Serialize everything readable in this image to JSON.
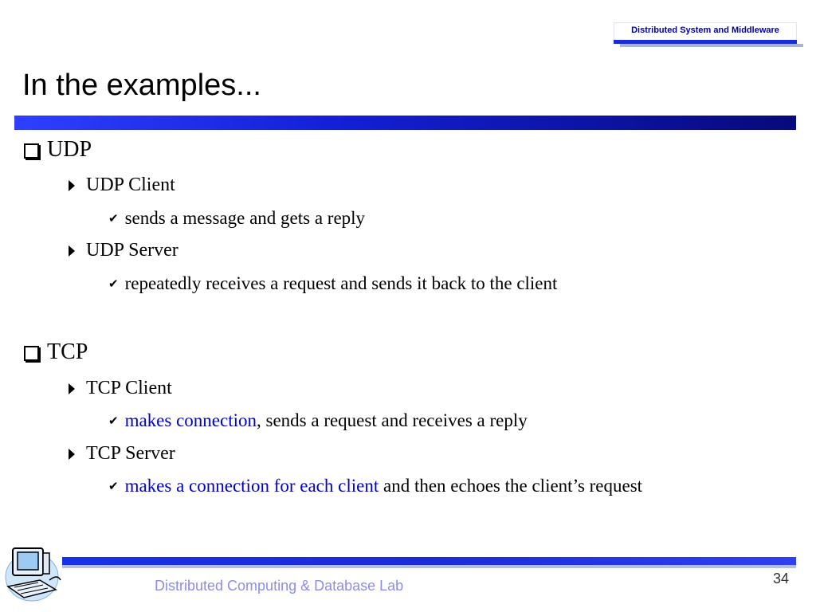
{
  "header": {
    "badge_text": "Distributed System and Middleware"
  },
  "slide": {
    "title": "In the examples..."
  },
  "sections": [
    {
      "label": "UDP",
      "items": [
        {
          "label": "UDP Client",
          "detail": [
            {
              "text": "sends a message and gets a reply",
              "highlight": false
            }
          ]
        },
        {
          "label": "UDP Server",
          "detail": [
            {
              "text": "repeatedly receives a request and sends it back to the client",
              "highlight": false
            }
          ]
        }
      ]
    },
    {
      "label": "TCP",
      "items": [
        {
          "label": "TCP Client",
          "detail": [
            {
              "text": "makes connection",
              "highlight": true
            },
            {
              "text": ", sends a request and receives a reply",
              "highlight": false
            }
          ]
        },
        {
          "label": "TCP Server",
          "detail": [
            {
              "text": "makes a connection for each client",
              "highlight": true
            },
            {
              "text": " and then echoes the client’s request",
              "highlight": false
            }
          ]
        }
      ]
    }
  ],
  "footer": {
    "lab_name": "Distributed Computing & Database Lab",
    "page_number": "34"
  },
  "colors": {
    "highlight": "#0000cc",
    "accent_blue": "#1420d8",
    "footer_text": "#8a8ee8"
  },
  "icons": {
    "level1": "checkbox-square-icon",
    "level2": "triangle-right-icon",
    "level3": "checkmark-icon",
    "logo": "computer-logo-icon"
  }
}
